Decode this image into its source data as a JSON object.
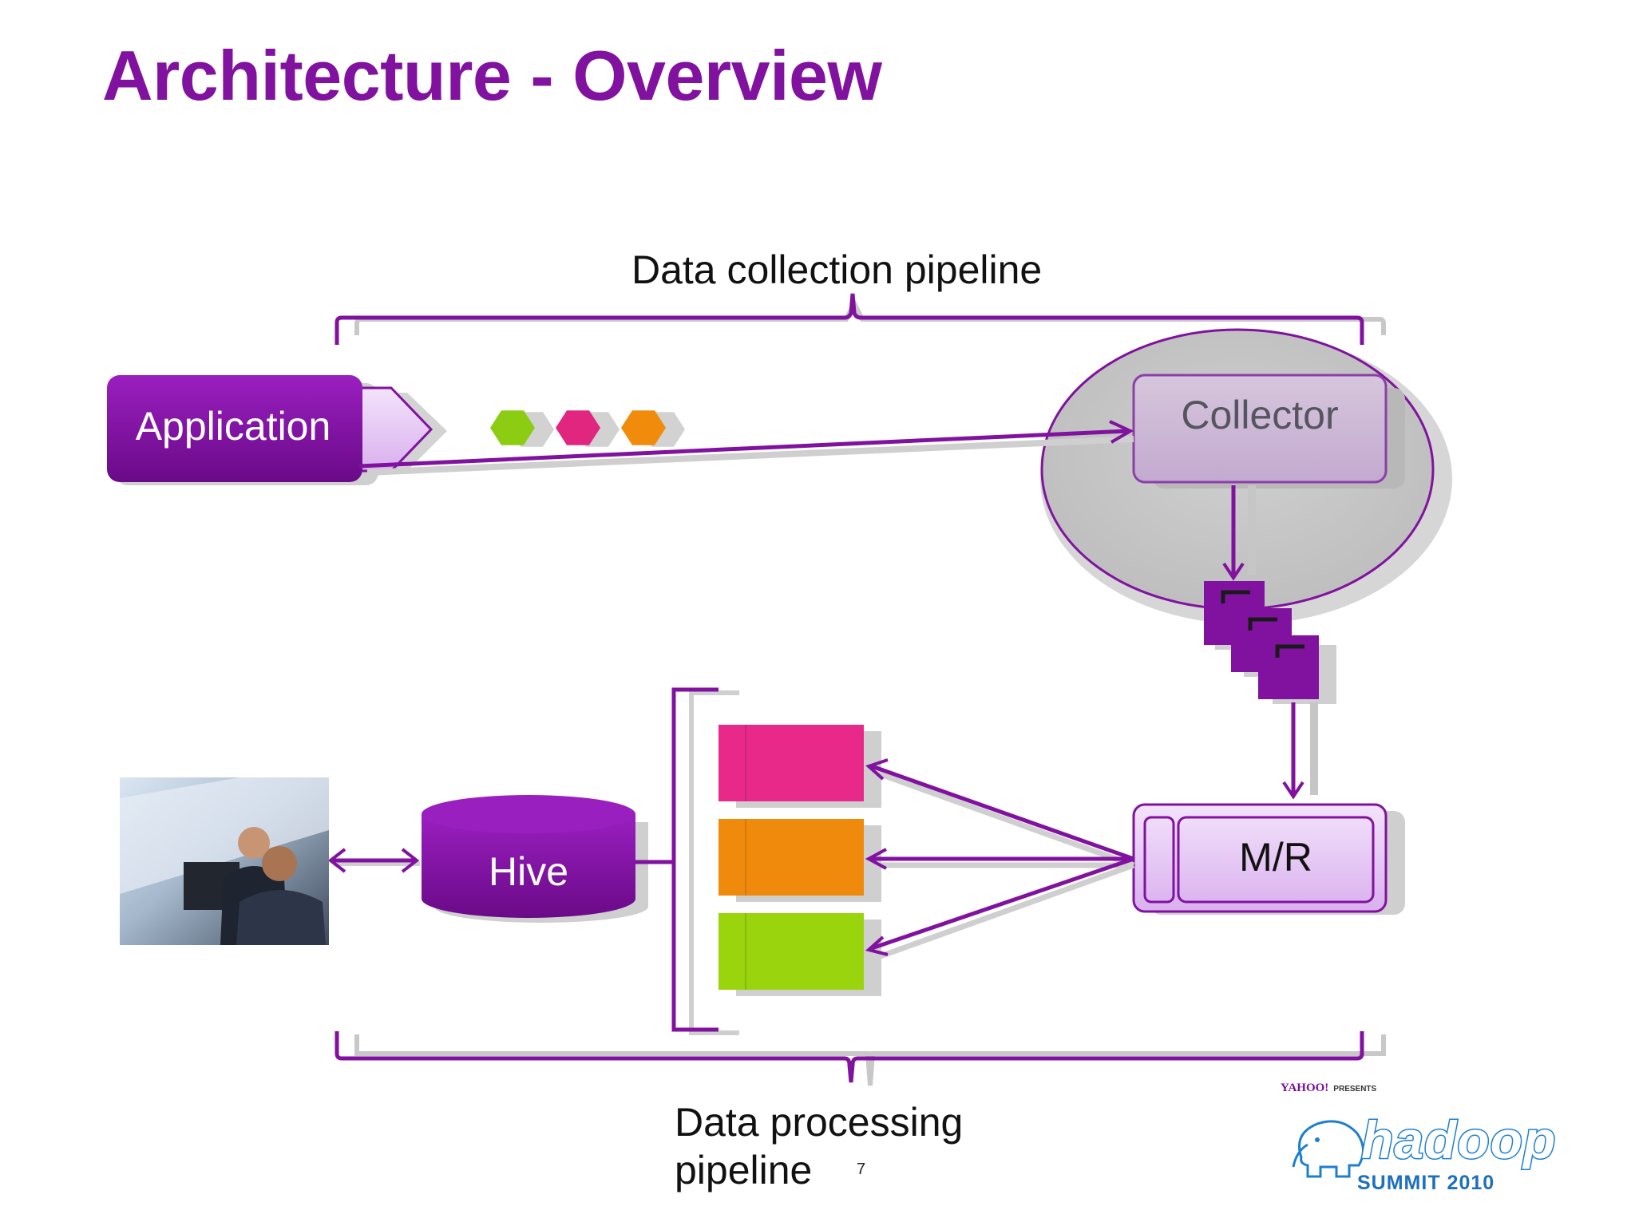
{
  "slide": {
    "title": "Architecture - Overview",
    "page_number": "7"
  },
  "pipelines": {
    "collection_label": "Data collection pipeline",
    "processing_label_line1": "Data processing",
    "processing_label_line2": "pipeline"
  },
  "nodes": {
    "application": "Application",
    "collector": "Collector",
    "mapreduce": "M/R",
    "hive": "Hive"
  },
  "event_colors": [
    "#8ccc12",
    "#e0267f",
    "#f08b0c"
  ],
  "output_colors": [
    "#e8298a",
    "#f08a0c",
    "#9ad40c"
  ],
  "colors": {
    "purple": "#80129f",
    "light_purple": "#e5c7f4"
  },
  "sponsor": {
    "brand": "YAHOO!",
    "presents": "PRESENTS",
    "logo_word": "hadoop",
    "event": "SUMMIT 2010"
  }
}
